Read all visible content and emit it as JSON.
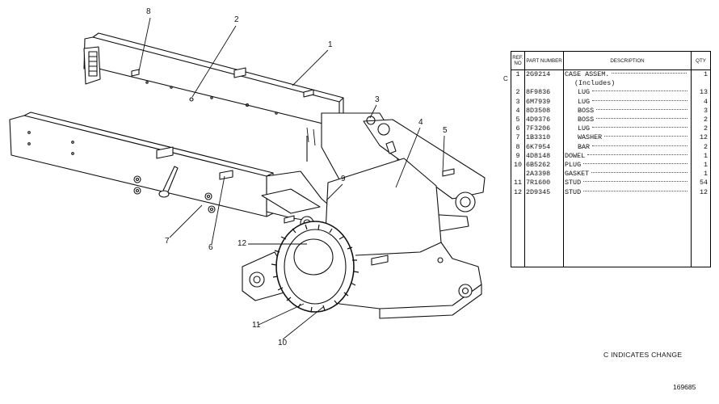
{
  "callouts": [
    "8",
    "2",
    "1",
    "3",
    "4",
    "5",
    "9",
    "12",
    "7",
    "6",
    "11",
    "10"
  ],
  "table": {
    "headers": {
      "ref": "REF. NO",
      "part": "PART NUMBER",
      "description": "DESCRIPTION",
      "qty": "QTY"
    },
    "rows": [
      {
        "ref": "1",
        "part": "2G9214",
        "description": "CASE ASSEM.",
        "qty": "1",
        "indent": 0,
        "change": "C"
      },
      {
        "ref": "",
        "part": "",
        "description": "(Includes)",
        "qty": "",
        "indent": 1,
        "change": ""
      },
      {
        "ref": "2",
        "part": "8F9836",
        "description": "LUG",
        "qty": "13",
        "indent": 2,
        "change": ""
      },
      {
        "ref": "3",
        "part": "6M7939",
        "description": "LUG",
        "qty": "4",
        "indent": 2,
        "change": ""
      },
      {
        "ref": "4",
        "part": "8D3508",
        "description": "BOSS",
        "qty": "3",
        "indent": 2,
        "change": ""
      },
      {
        "ref": "5",
        "part": "4D9376",
        "description": "BOSS",
        "qty": "2",
        "indent": 2,
        "change": ""
      },
      {
        "ref": "6",
        "part": "7F3206",
        "description": "LUG",
        "qty": "2",
        "indent": 2,
        "change": ""
      },
      {
        "ref": "7",
        "part": "1B3310",
        "description": "WASHER",
        "qty": "12",
        "indent": 2,
        "change": ""
      },
      {
        "ref": "8",
        "part": "6K7954",
        "description": "BAR",
        "qty": "2",
        "indent": 2,
        "change": ""
      },
      {
        "ref": "9",
        "part": "4D8148",
        "description": "DOWEL",
        "qty": "1",
        "indent": 0,
        "change": ""
      },
      {
        "ref": "10",
        "part": "6B5262",
        "description": "PLUG",
        "qty": "1",
        "indent": 0,
        "change": ""
      },
      {
        "ref": "",
        "part": "2A3398",
        "description": "GASKET",
        "qty": "1",
        "indent": 0,
        "change": ""
      },
      {
        "ref": "11",
        "part": "7R1600",
        "description": "STUD",
        "qty": "54",
        "indent": 0,
        "change": ""
      },
      {
        "ref": "12",
        "part": "2D9345",
        "description": "STUD",
        "qty": "12",
        "indent": 0,
        "change": ""
      }
    ]
  },
  "change_note": "C INDICATES CHANGE",
  "drawing_number": "169685"
}
